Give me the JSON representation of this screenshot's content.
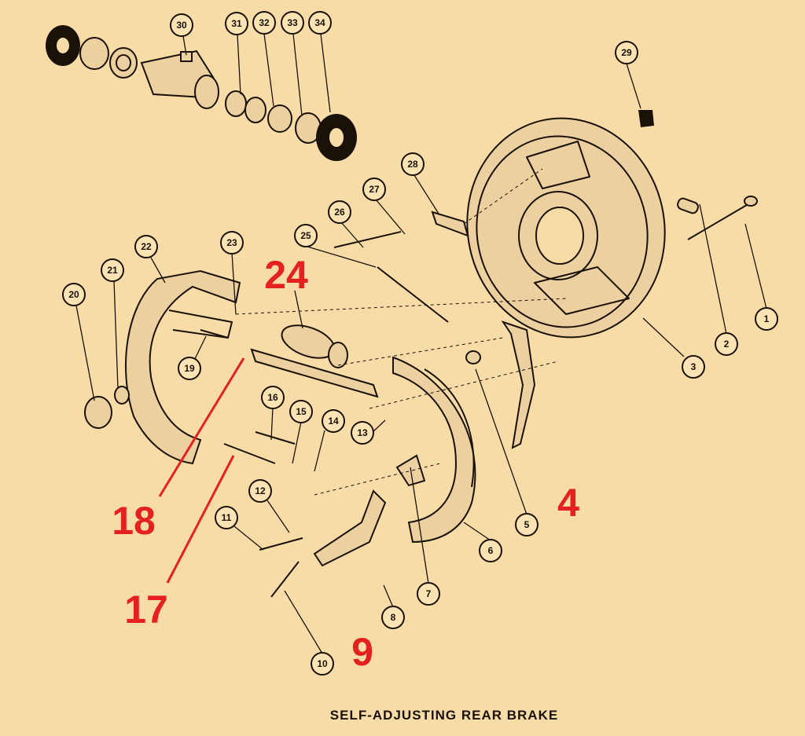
{
  "caption": "SELF-ADJUSTING REAR BRAKE",
  "callouts": [
    "1",
    "2",
    "3",
    "5",
    "6",
    "7",
    "8",
    "10",
    "11",
    "12",
    "13",
    "14",
    "15",
    "16",
    "19",
    "20",
    "21",
    "22",
    "23",
    "25",
    "26",
    "27",
    "28",
    "29",
    "30",
    "31",
    "32",
    "33",
    "34"
  ],
  "highlighted": [
    "24",
    "18",
    "17",
    "4",
    "9"
  ],
  "colors": {
    "paper": "#f7dca8",
    "ink": "#1a1108",
    "highlight": "#e5211f"
  }
}
